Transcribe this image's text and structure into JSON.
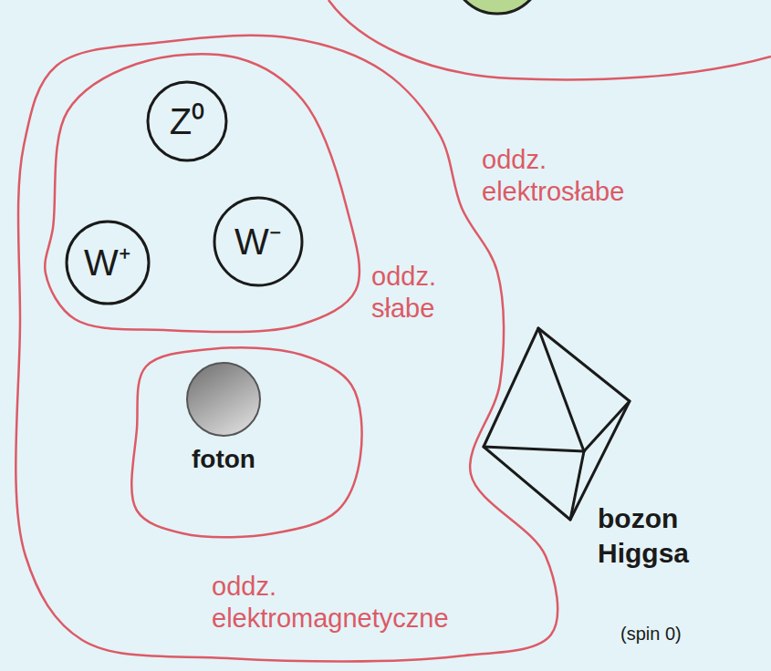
{
  "diagram": {
    "nodes": [
      {
        "text": [
          "oddz. elektrosłabe"
        ]
      },
      {
        "text": [
          "oddz. słabe"
        ],
        "in": 0
      },
      {
        "text": [
          "Z⁰"
        ],
        "in": 1
      },
      {
        "text": [
          "W⁺"
        ],
        "in": 1
      },
      {
        "text": [
          "W⁻"
        ],
        "in": 1
      },
      {
        "text": [
          "oddz. elektromagnetyczne"
        ],
        "in": 0
      },
      {
        "text": [
          "foton"
        ],
        "in": 5
      },
      {
        "text": [
          "bozon Higgsa",
          "(spin 0)"
        ]
      }
    ]
  }
}
